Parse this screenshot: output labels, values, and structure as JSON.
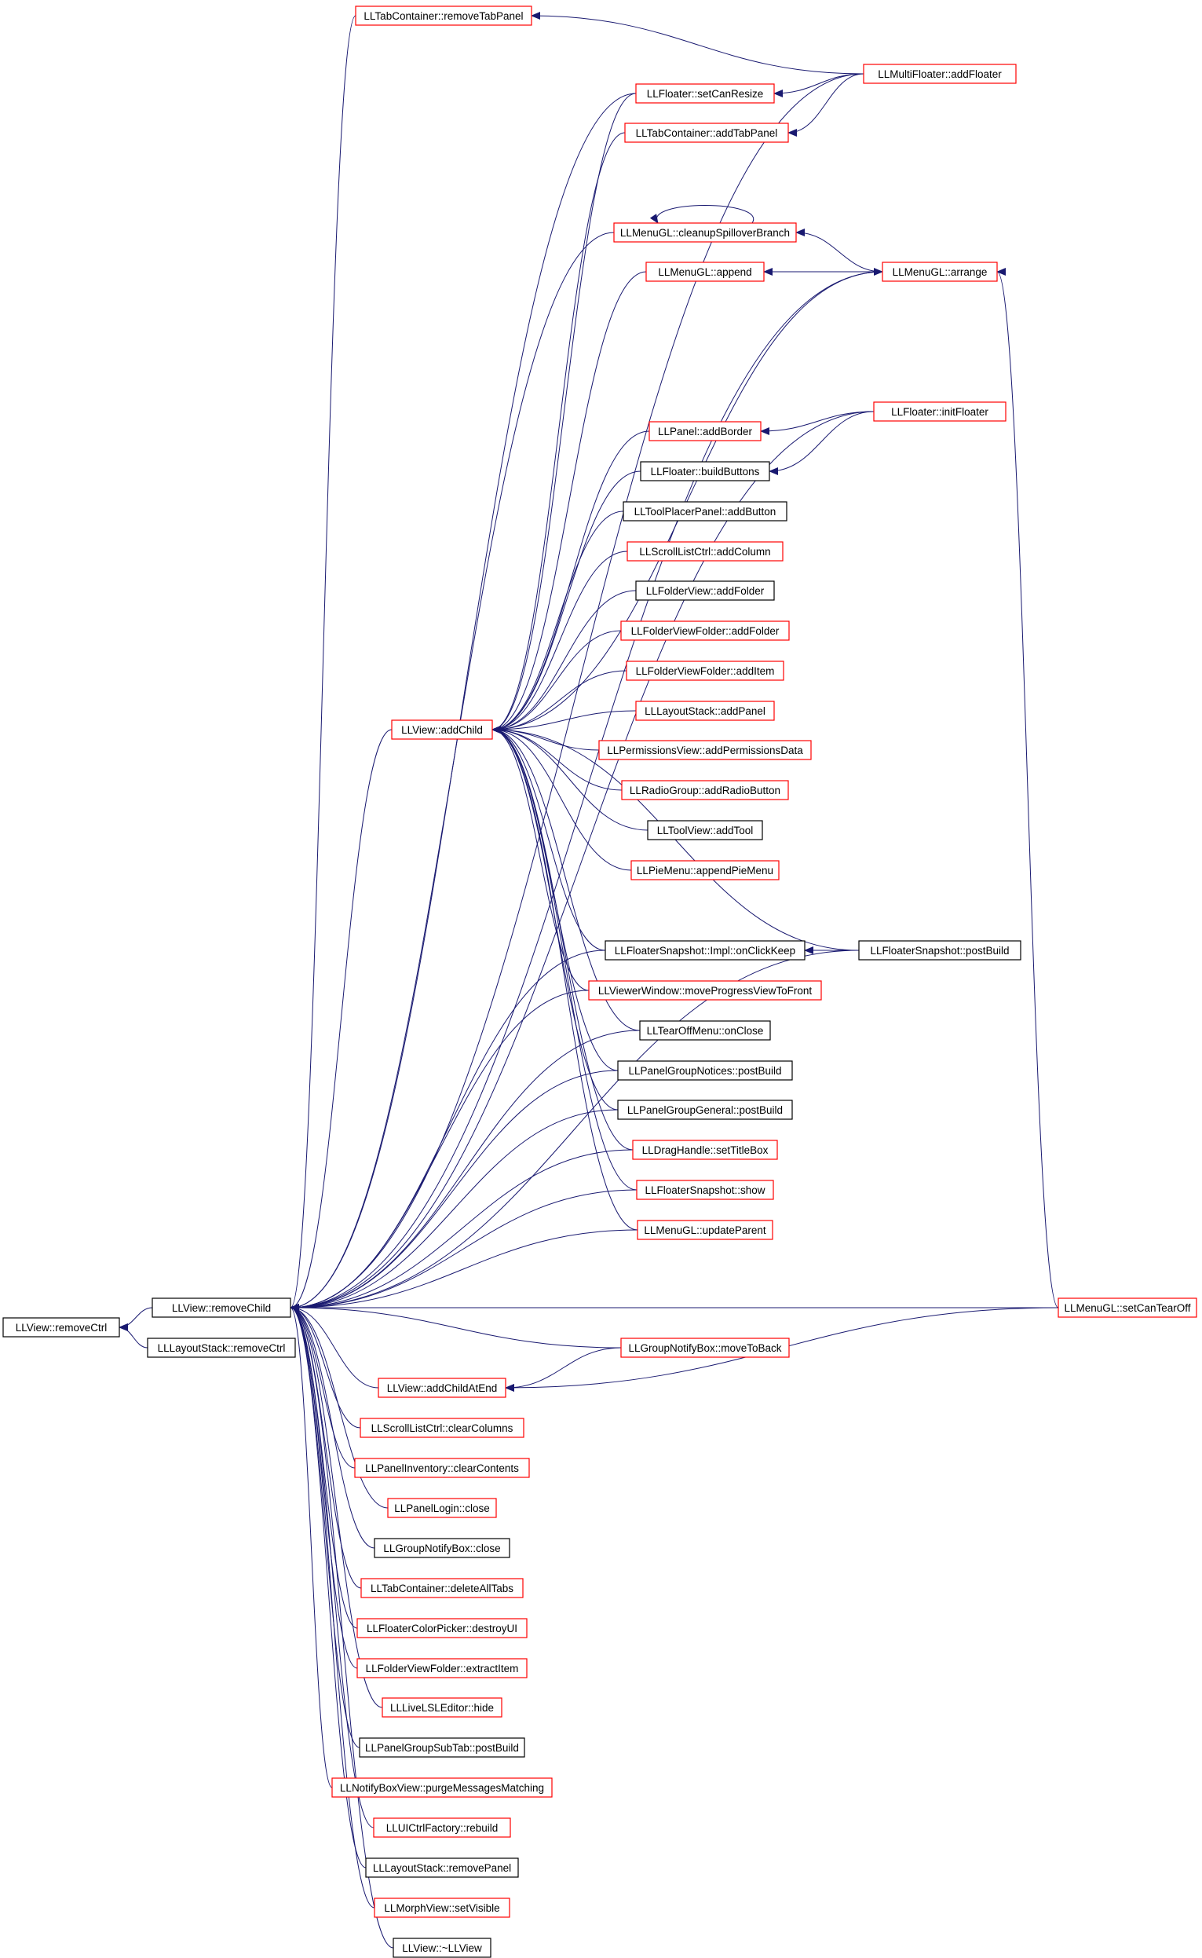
{
  "colors": {
    "edge": "#191970",
    "border_default": "#000000",
    "border_truncated": "#ff0000",
    "root_fill": "#bfbfbf"
  },
  "nodes": [
    {
      "id": "LLView::removeCtrl",
      "label": "LLView::removeCtrl",
      "truncated": false,
      "root": true
    },
    {
      "id": "LLView::removeChild",
      "label": "LLView::removeChild",
      "truncated": false
    },
    {
      "id": "LLLayoutStack::removeCtrl",
      "label": "LLLayoutStack::removeCtrl",
      "truncated": false
    },
    {
      "id": "LLTabContainer::removeTabPanel",
      "label": "LLTabContainer::removeTabPanel",
      "truncated": true
    },
    {
      "id": "LLMultiFloater::addFloater",
      "label": "LLMultiFloater::addFloater",
      "truncated": true
    },
    {
      "id": "LLFloater::setCanResize",
      "label": "LLFloater::setCanResize",
      "truncated": true
    },
    {
      "id": "LLTabContainer::addTabPanel",
      "label": "LLTabContainer::addTabPanel",
      "truncated": true
    },
    {
      "id": "LLMenuGL::cleanupSpilloverBranch",
      "label": "LLMenuGL::cleanupSpilloverBranch",
      "truncated": true
    },
    {
      "id": "LLMenuGL::append",
      "label": "LLMenuGL::append",
      "truncated": true
    },
    {
      "id": "LLMenuGL::arrange",
      "label": "LLMenuGL::arrange",
      "truncated": true
    },
    {
      "id": "LLFloater::initFloater",
      "label": "LLFloater::initFloater",
      "truncated": true
    },
    {
      "id": "LLPanel::addBorder",
      "label": "LLPanel::addBorder",
      "truncated": true
    },
    {
      "id": "LLFloater::buildButtons",
      "label": "LLFloater::buildButtons",
      "truncated": false
    },
    {
      "id": "LLToolPlacerPanel::addButton",
      "label": "LLToolPlacerPanel::addButton",
      "truncated": false
    },
    {
      "id": "LLScrollListCtrl::addColumn",
      "label": "LLScrollListCtrl::addColumn",
      "truncated": true
    },
    {
      "id": "LLFolderView::addFolder",
      "label": "LLFolderView::addFolder",
      "truncated": false
    },
    {
      "id": "LLFolderViewFolder::addFolder",
      "label": "LLFolderViewFolder::addFolder",
      "truncated": true
    },
    {
      "id": "LLFolderViewFolder::addItem",
      "label": "LLFolderViewFolder::addItem",
      "truncated": true
    },
    {
      "id": "LLView::addChild",
      "label": "LLView::addChild",
      "truncated": true
    },
    {
      "id": "LLLayoutStack::addPanel",
      "label": "LLLayoutStack::addPanel",
      "truncated": true
    },
    {
      "id": "LLPermissionsView::addPermissionsData",
      "label": "LLPermissionsView::addPermissionsData",
      "truncated": true
    },
    {
      "id": "LLRadioGroup::addRadioButton",
      "label": "LLRadioGroup::addRadioButton",
      "truncated": true
    },
    {
      "id": "LLToolView::addTool",
      "label": "LLToolView::addTool",
      "truncated": false
    },
    {
      "id": "LLPieMenu::appendPieMenu",
      "label": "LLPieMenu::appendPieMenu",
      "truncated": true
    },
    {
      "id": "LLFloaterSnapshot::Impl::onClickKeep",
      "label": "LLFloaterSnapshot::Impl::onClickKeep",
      "truncated": false
    },
    {
      "id": "LLFloaterSnapshot::postBuild",
      "label": "LLFloaterSnapshot::postBuild",
      "truncated": false
    },
    {
      "id": "LLViewerWindow::moveProgressViewToFront",
      "label": "LLViewerWindow::moveProgressViewToFront",
      "truncated": true
    },
    {
      "id": "LLTearOffMenu::onClose",
      "label": "LLTearOffMenu::onClose",
      "truncated": false
    },
    {
      "id": "LLPanelGroupNotices::postBuild",
      "label": "LLPanelGroupNotices::postBuild",
      "truncated": false
    },
    {
      "id": "LLPanelGroupGeneral::postBuild",
      "label": "LLPanelGroupGeneral::postBuild",
      "truncated": false
    },
    {
      "id": "LLDragHandle::setTitleBox",
      "label": "LLDragHandle::setTitleBox",
      "truncated": true
    },
    {
      "id": "LLFloaterSnapshot::show",
      "label": "LLFloaterSnapshot::show",
      "truncated": true
    },
    {
      "id": "LLMenuGL::updateParent",
      "label": "LLMenuGL::updateParent",
      "truncated": true
    },
    {
      "id": "LLMenuGL::setCanTearOff",
      "label": "LLMenuGL::setCanTearOff",
      "truncated": true
    },
    {
      "id": "LLGroupNotifyBox::moveToBack",
      "label": "LLGroupNotifyBox::moveToBack",
      "truncated": true
    },
    {
      "id": "LLView::addChildAtEnd",
      "label": "LLView::addChildAtEnd",
      "truncated": true
    },
    {
      "id": "LLScrollListCtrl::clearColumns",
      "label": "LLScrollListCtrl::clearColumns",
      "truncated": true
    },
    {
      "id": "LLPanelInventory::clearContents",
      "label": "LLPanelInventory::clearContents",
      "truncated": true
    },
    {
      "id": "LLPanelLogin::close",
      "label": "LLPanelLogin::close",
      "truncated": true
    },
    {
      "id": "LLGroupNotifyBox::close",
      "label": "LLGroupNotifyBox::close",
      "truncated": false
    },
    {
      "id": "LLTabContainer::deleteAllTabs",
      "label": "LLTabContainer::deleteAllTabs",
      "truncated": true
    },
    {
      "id": "LLFloaterColorPicker::destroyUI",
      "label": "LLFloaterColorPicker::destroyUI",
      "truncated": true
    },
    {
      "id": "LLFolderViewFolder::extractItem",
      "label": "LLFolderViewFolder::extractItem",
      "truncated": true
    },
    {
      "id": "LLLiveLSLEditor::hide",
      "label": "LLLiveLSLEditor::hide",
      "truncated": true
    },
    {
      "id": "LLPanelGroupSubTab::postBuild",
      "label": "LLPanelGroupSubTab::postBuild",
      "truncated": false
    },
    {
      "id": "LLNotifyBoxView::purgeMessagesMatching",
      "label": "LLNotifyBoxView::purgeMessagesMatching",
      "truncated": true
    },
    {
      "id": "LLUICtrlFactory::rebuild",
      "label": "LLUICtrlFactory::rebuild",
      "truncated": true
    },
    {
      "id": "LLLayoutStack::removePanel",
      "label": "LLLayoutStack::removePanel",
      "truncated": false
    },
    {
      "id": "LLMorphView::setVisible",
      "label": "LLMorphView::setVisible",
      "truncated": true
    },
    {
      "id": "LLView::~LLView",
      "label": "LLView::~LLView",
      "truncated": false
    }
  ],
  "edges": [
    [
      "LLView::removeChild",
      "LLView::removeCtrl"
    ],
    [
      "LLLayoutStack::removeCtrl",
      "LLView::removeCtrl"
    ],
    [
      "LLTabContainer::removeTabPanel",
      "LLView::removeChild"
    ],
    [
      "LLMultiFloater::addFloater",
      "LLTabContainer::removeTabPanel"
    ],
    [
      "LLMultiFloater::addFloater",
      "LLView::removeChild"
    ],
    [
      "LLFloater::setCanResize",
      "LLView::removeChild"
    ],
    [
      "LLMultiFloater::addFloater",
      "LLFloater::setCanResize"
    ],
    [
      "LLFloater::setCanResize",
      "LLView::addChild"
    ],
    [
      "LLMultiFloater::addFloater",
      "LLTabContainer::addTabPanel"
    ],
    [
      "LLTabContainer::addTabPanel",
      "LLView::addChild"
    ],
    [
      "LLMenuGL::arrange",
      "LLView::removeChild"
    ],
    [
      "LLMenuGL::cleanupSpilloverBranch",
      "LLView::removeChild"
    ],
    [
      "LLMenuGL::cleanupSpilloverBranch",
      "LLMenuGL::cleanupSpilloverBranch"
    ],
    [
      "LLMenuGL::arrange",
      "LLMenuGL::cleanupSpilloverBranch"
    ],
    [
      "LLMenuGL::append",
      "LLMenuGL::arrange"
    ],
    [
      "LLMenuGL::arrange",
      "LLMenuGL::append"
    ],
    [
      "LLMenuGL::append",
      "LLView::addChild"
    ],
    [
      "LLMenuGL::arrange",
      "LLView::addChild"
    ],
    [
      "LLFloater::initFloater",
      "LLView::removeChild"
    ],
    [
      "LLFloater::initFloater",
      "LLPanel::addBorder"
    ],
    [
      "LLFloater::initFloater",
      "LLFloater::buildButtons"
    ],
    [
      "LLPanel::addBorder",
      "LLView::addChild"
    ],
    [
      "LLFloater::buildButtons",
      "LLView::addChild"
    ],
    [
      "LLToolPlacerPanel::addButton",
      "LLView::addChild"
    ],
    [
      "LLScrollListCtrl::addColumn",
      "LLView::addChild"
    ],
    [
      "LLFolderView::addFolder",
      "LLView::addChild"
    ],
    [
      "LLFolderViewFolder::addFolder",
      "LLView::addChild"
    ],
    [
      "LLFolderViewFolder::addItem",
      "LLView::addChild"
    ],
    [
      "LLLayoutStack::addPanel",
      "LLView::addChild"
    ],
    [
      "LLPermissionsView::addPermissionsData",
      "LLView::addChild"
    ],
    [
      "LLRadioGroup::addRadioButton",
      "LLView::addChild"
    ],
    [
      "LLToolView::addTool",
      "LLView::addChild"
    ],
    [
      "LLPieMenu::appendPieMenu",
      "LLView::addChild"
    ],
    [
      "LLFloaterSnapshot::Impl::onClickKeep",
      "LLView::addChild"
    ],
    [
      "LLFloaterSnapshot::postBuild",
      "LLView::addChild"
    ],
    [
      "LLViewerWindow::moveProgressViewToFront",
      "LLView::addChild"
    ],
    [
      "LLTearOffMenu::onClose",
      "LLView::addChild"
    ],
    [
      "LLPanelGroupNotices::postBuild",
      "LLView::addChild"
    ],
    [
      "LLPanelGroupGeneral::postBuild",
      "LLView::addChild"
    ],
    [
      "LLDragHandle::setTitleBox",
      "LLView::addChild"
    ],
    [
      "LLFloaterSnapshot::show",
      "LLView::addChild"
    ],
    [
      "LLMenuGL::updateParent",
      "LLView::addChild"
    ],
    [
      "LLView::addChild",
      "LLView::removeChild"
    ],
    [
      "LLFloaterSnapshot::postBuild",
      "LLFloaterSnapshot::Impl::onClickKeep"
    ],
    [
      "LLFloaterSnapshot::Impl::onClickKeep",
      "LLView::removeChild"
    ],
    [
      "LLViewerWindow::moveProgressViewToFront",
      "LLView::removeChild"
    ],
    [
      "LLTearOffMenu::onClose",
      "LLView::removeChild"
    ],
    [
      "LLPanelGroupNotices::postBuild",
      "LLView::removeChild"
    ],
    [
      "LLPanelGroupGeneral::postBuild",
      "LLView::removeChild"
    ],
    [
      "LLDragHandle::setTitleBox",
      "LLView::removeChild"
    ],
    [
      "LLFloaterSnapshot::show",
      "LLView::removeChild"
    ],
    [
      "LLMenuGL::updateParent",
      "LLView::removeChild"
    ],
    [
      "LLFloaterSnapshot::postBuild",
      "LLView::removeChild"
    ],
    [
      "LLMenuGL::setCanTearOff",
      "LLMenuGL::arrange"
    ],
    [
      "LLMenuGL::setCanTearOff",
      "LLView::removeChild"
    ],
    [
      "LLMenuGL::setCanTearOff",
      "LLView::addChildAtEnd"
    ],
    [
      "LLGroupNotifyBox::moveToBack",
      "LLView::removeChild"
    ],
    [
      "LLGroupNotifyBox::moveToBack",
      "LLView::addChildAtEnd"
    ],
    [
      "LLView::addChildAtEnd",
      "LLView::removeChild"
    ],
    [
      "LLScrollListCtrl::clearColumns",
      "LLView::removeChild"
    ],
    [
      "LLPanelInventory::clearContents",
      "LLView::removeChild"
    ],
    [
      "LLPanelLogin::close",
      "LLView::removeChild"
    ],
    [
      "LLGroupNotifyBox::close",
      "LLView::removeChild"
    ],
    [
      "LLTabContainer::deleteAllTabs",
      "LLView::removeChild"
    ],
    [
      "LLFloaterColorPicker::destroyUI",
      "LLView::removeChild"
    ],
    [
      "LLFolderViewFolder::extractItem",
      "LLView::removeChild"
    ],
    [
      "LLLiveLSLEditor::hide",
      "LLView::removeChild"
    ],
    [
      "LLPanelGroupSubTab::postBuild",
      "LLView::removeChild"
    ],
    [
      "LLNotifyBoxView::purgeMessagesMatching",
      "LLView::removeChild"
    ],
    [
      "LLUICtrlFactory::rebuild",
      "LLView::removeChild"
    ],
    [
      "LLLayoutStack::removePanel",
      "LLView::removeChild"
    ],
    [
      "LLMorphView::setVisible",
      "LLView::removeChild"
    ],
    [
      "LLView::~LLView",
      "LLView::removeChild"
    ]
  ]
}
